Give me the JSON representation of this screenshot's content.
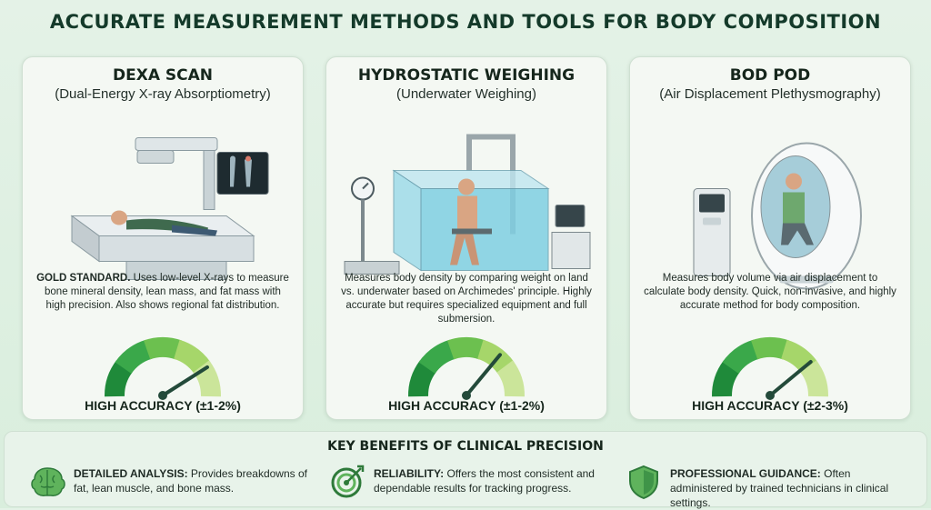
{
  "title": "ACCURATE MEASUREMENT METHODS AND TOOLS FOR BODY COMPOSITION",
  "cards": [
    {
      "title": "DEXA SCAN",
      "subtitle": "(Dual-Energy X-ray Absorptiometry)",
      "desc_bold": "GOLD STANDARD.",
      "desc": " Uses low-level X-rays to measure bone mineral density, lean mass, and fat mass with high precision. Also shows regional fat distribution.",
      "accuracy": "HIGH ACCURACY (±1-2%)",
      "gauge_level": 0.82,
      "illustration": "dexa-scanner"
    },
    {
      "title": "HYDROSTATIC WEIGHING",
      "subtitle": "(Underwater Weighing)",
      "desc_bold": "",
      "desc": "Measures body density by comparing weight on land vs. underwater based on Archimedes' principle. Highly accurate but requires specialized equipment and full submersion.",
      "accuracy": "HIGH ACCURACY (±1-2%)",
      "gauge_level": 0.72,
      "illustration": "water-tank"
    },
    {
      "title": "BOD POD",
      "subtitle": "(Air Displacement Plethysmography)",
      "desc_bold": "",
      "desc": "Measures body volume via air displacement to calculate body density. Quick, non-invasive, and highly accurate method for body composition.",
      "accuracy": "HIGH ACCURACY (±2-3%)",
      "gauge_level": 0.78,
      "illustration": "bod-pod"
    }
  ],
  "benefits": {
    "title": "KEY BENEFITS OF CLINICAL PRECISION",
    "items": [
      {
        "icon": "brain-icon",
        "label": "DETAILED ANALYSIS:",
        "text": " Provides breakdowns of fat, lean muscle, and bone mass."
      },
      {
        "icon": "target-icon",
        "label": "RELIABILITY:",
        "text": " Offers the most consistent and dependable results for tracking progress."
      },
      {
        "icon": "shield-icon",
        "label": "PROFESSIONAL GUIDANCE:",
        "text": " Often administered by trained technicians in clinical settings."
      }
    ]
  },
  "colors": {
    "gauge": [
      "#1f8a3a",
      "#3aa84a",
      "#6cc04f",
      "#a6d66a",
      "#cbe59a"
    ],
    "needle": "#234a3a",
    "accent": "#143a2a"
  }
}
